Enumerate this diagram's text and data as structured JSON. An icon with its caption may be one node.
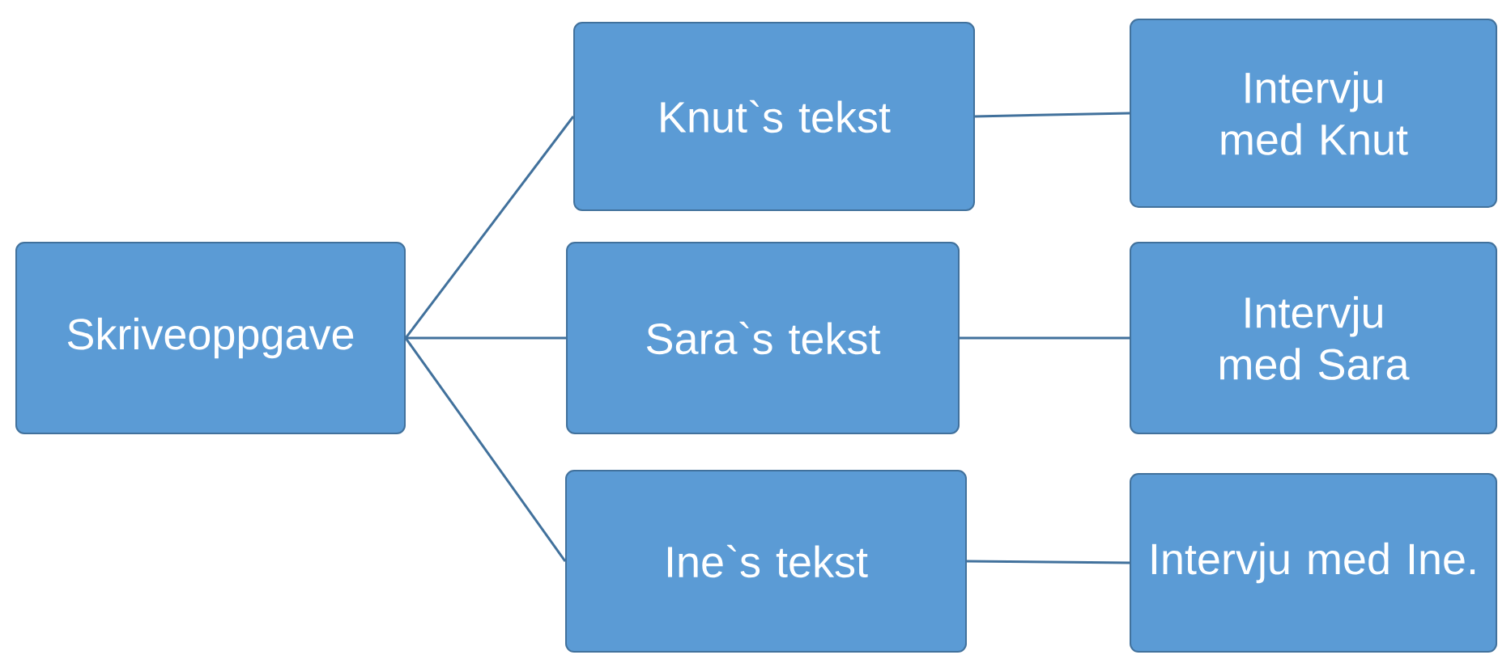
{
  "diagram": {
    "nodes": [
      {
        "text": [
          "Skriveoppgave"
        ]
      },
      {
        "text": [
          "Knut`s tekst"
        ]
      },
      {
        "text": [
          "Intervju med Knut"
        ]
      },
      {
        "text": [
          "Sara`s tekst"
        ]
      },
      {
        "text": [
          "Intervju med Sara"
        ]
      },
      {
        "text": [
          "Ine`s tekst"
        ]
      },
      {
        "text": [
          "Intervju med Ine."
        ]
      }
    ],
    "edges": [
      {
        "from": 0,
        "to": 1,
        "arrow": "none"
      },
      {
        "from": 0,
        "to": 3,
        "arrow": "none"
      },
      {
        "from": 0,
        "to": 5,
        "arrow": "none"
      },
      {
        "from": 1,
        "to": 2,
        "arrow": "none"
      },
      {
        "from": 3,
        "to": 4,
        "arrow": "none"
      },
      {
        "from": 5,
        "to": 6,
        "arrow": "none"
      }
    ]
  }
}
